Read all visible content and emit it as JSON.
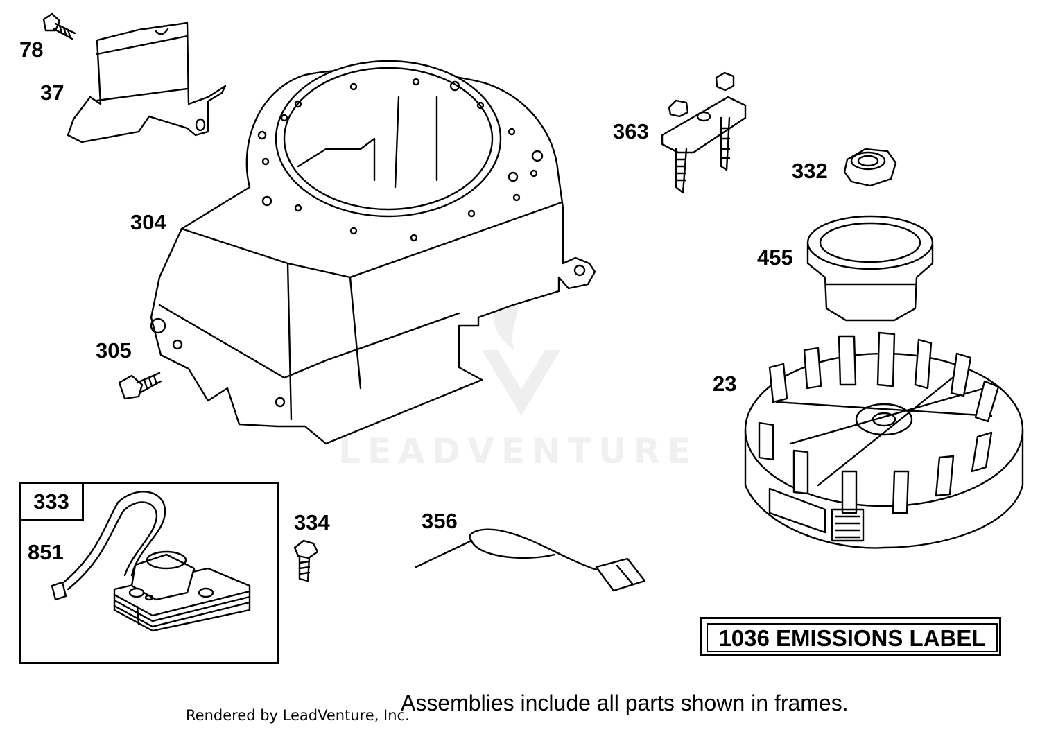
{
  "diagram": {
    "parts": [
      {
        "num": "78"
      },
      {
        "num": "37"
      },
      {
        "num": "304"
      },
      {
        "num": "305"
      },
      {
        "num": "363"
      },
      {
        "num": "332"
      },
      {
        "num": "455"
      },
      {
        "num": "23"
      },
      {
        "num": "334"
      },
      {
        "num": "356"
      }
    ],
    "assembly_frame": {
      "label": "333",
      "child_part": "851"
    },
    "emissions_label": "1036 EMISSIONS LABEL",
    "footer_note": "Assemblies include all parts shown in frames.",
    "credit": "Rendered by LeadVenture, Inc.",
    "watermark": "LEADVENTURE",
    "colors": {
      "line": "#000000",
      "background": "#ffffff",
      "watermark": "#f0f0f0"
    }
  }
}
